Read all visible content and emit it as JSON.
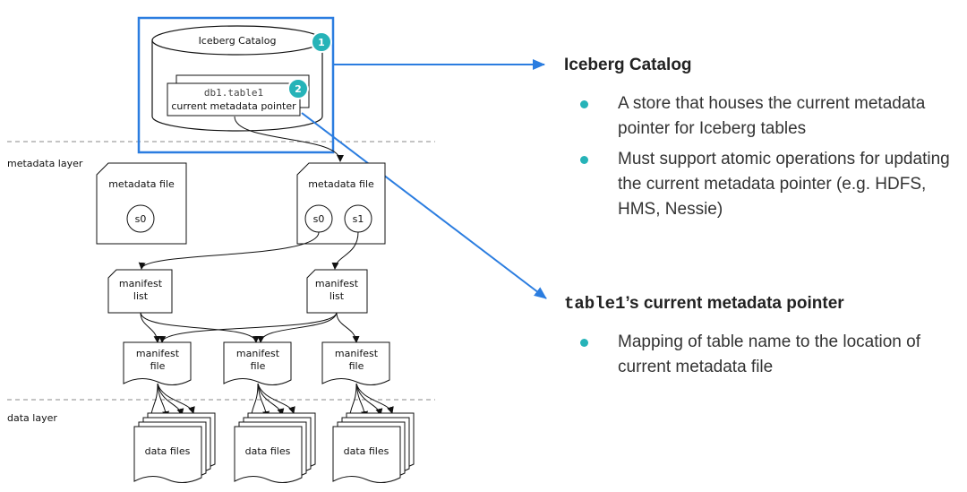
{
  "diagram": {
    "catalog_label": "Iceberg Catalog",
    "table_ref": "db1.table1",
    "pointer_label": "current metadata pointer",
    "badges": [
      "1",
      "2"
    ],
    "layer_metadata": "metadata layer",
    "layer_data": "data layer",
    "metadata_file_label": "metadata file",
    "snapshots_left": [
      "s0"
    ],
    "snapshots_right": [
      "s0",
      "s1"
    ],
    "manifest_list_line1": "manifest",
    "manifest_list_line2": "list",
    "manifest_file_line1": "manifest",
    "manifest_file_line2": "file",
    "data_files_label": "data files",
    "colors": {
      "highlight": "#2b7de0",
      "badge": "#26b3b8"
    }
  },
  "panel": {
    "catalog": {
      "title": "Iceberg Catalog",
      "bullets": [
        "A store that houses the current metadata pointer for Iceberg tables",
        "Must support atomic operations for updating the current metadata pointer (e.g. HDFS, HMS, Nessie)"
      ]
    },
    "pointer": {
      "title_code": "table1",
      "title_rest": "’s current metadata pointer",
      "bullets": [
        "Mapping of table name to the location of current metadata file"
      ]
    }
  }
}
